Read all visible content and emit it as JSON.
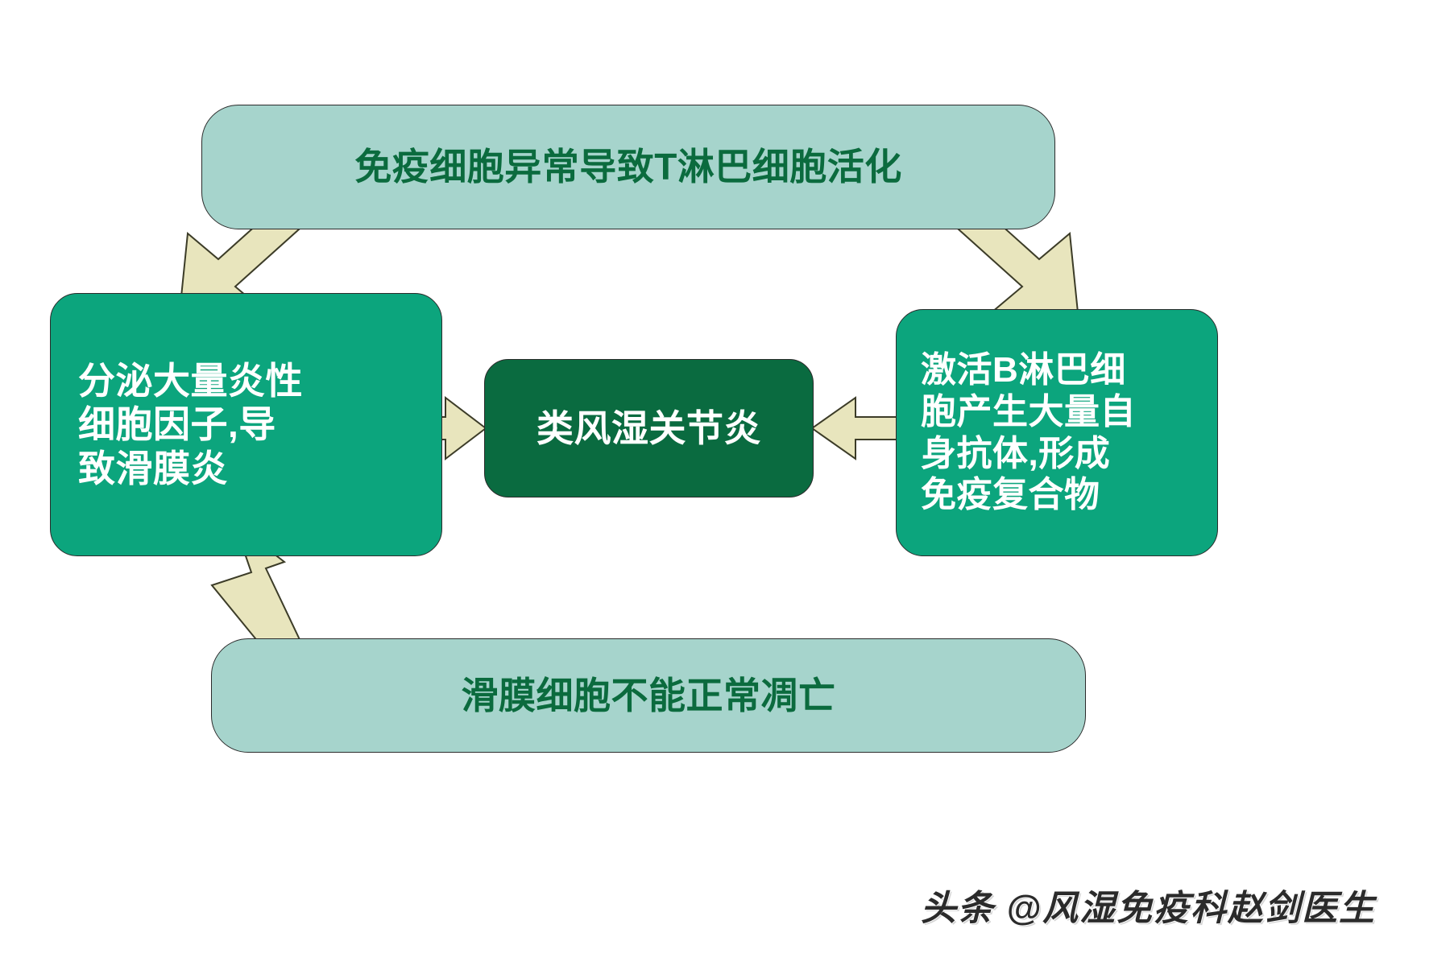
{
  "diagram": {
    "title_node": "免疫细胞异常导致T淋巴细胞活化",
    "bottom_node": "滑膜细胞不能正常凋亡",
    "left_node": "分泌大量炎性\n细胞因子,导\n致滑膜炎",
    "right_node": "激活B淋巴细\n胞产生大量自\n身抗体,形成\n免疫复合物",
    "center_node": "类风湿关节炎",
    "colors": {
      "banner_fill": "#a6d4cc",
      "banner_text": "#0b6b3e",
      "process_fill": "#0ca57d",
      "process_text": "#ffffff",
      "outcome_fill": "#0a6b40",
      "outcome_text": "#ffffff",
      "arrow_fill": "#e8e5bd",
      "arrow_stroke": "#3c3c28",
      "background": "#ffffff"
    },
    "arrows": [
      {
        "name": "top-to-left",
        "from": "免疫细胞异常导致T淋巴细胞活化",
        "to": "分泌大量炎性细胞因子,导致滑膜炎",
        "style": "diagonal-down-left"
      },
      {
        "name": "top-to-right",
        "from": "免疫细胞异常导致T淋巴细胞活化",
        "to": "激活B淋巴细胞产生大量自身抗体,形成免疫复合物",
        "style": "diagonal-down-right"
      },
      {
        "name": "left-to-center",
        "from": "分泌大量炎性细胞因子,导致滑膜炎",
        "to": "类风湿关节炎",
        "style": "horizontal-right"
      },
      {
        "name": "right-to-center",
        "from": "激活B淋巴细胞产生大量自身抗体,形成免疫复合物",
        "to": "类风湿关节炎",
        "style": "horizontal-left"
      },
      {
        "name": "bottom-to-left",
        "from": "滑膜细胞不能正常凋亡",
        "to": "分泌大量炎性细胞因子,导致滑膜炎",
        "style": "diagonal-up-left"
      }
    ]
  },
  "watermark": {
    "text": "头条 @风湿免疫科赵剑医生"
  }
}
